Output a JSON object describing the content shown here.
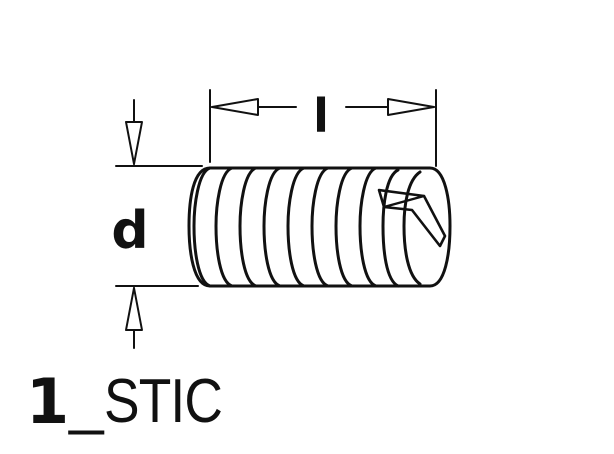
{
  "diagram": {
    "dimension_length_label": "l",
    "dimension_diameter_label": "d",
    "colors": {
      "line": "#111111",
      "background": "#ffffff"
    }
  },
  "caption": {
    "number": "1",
    "separator": "_",
    "name": "STIC"
  }
}
